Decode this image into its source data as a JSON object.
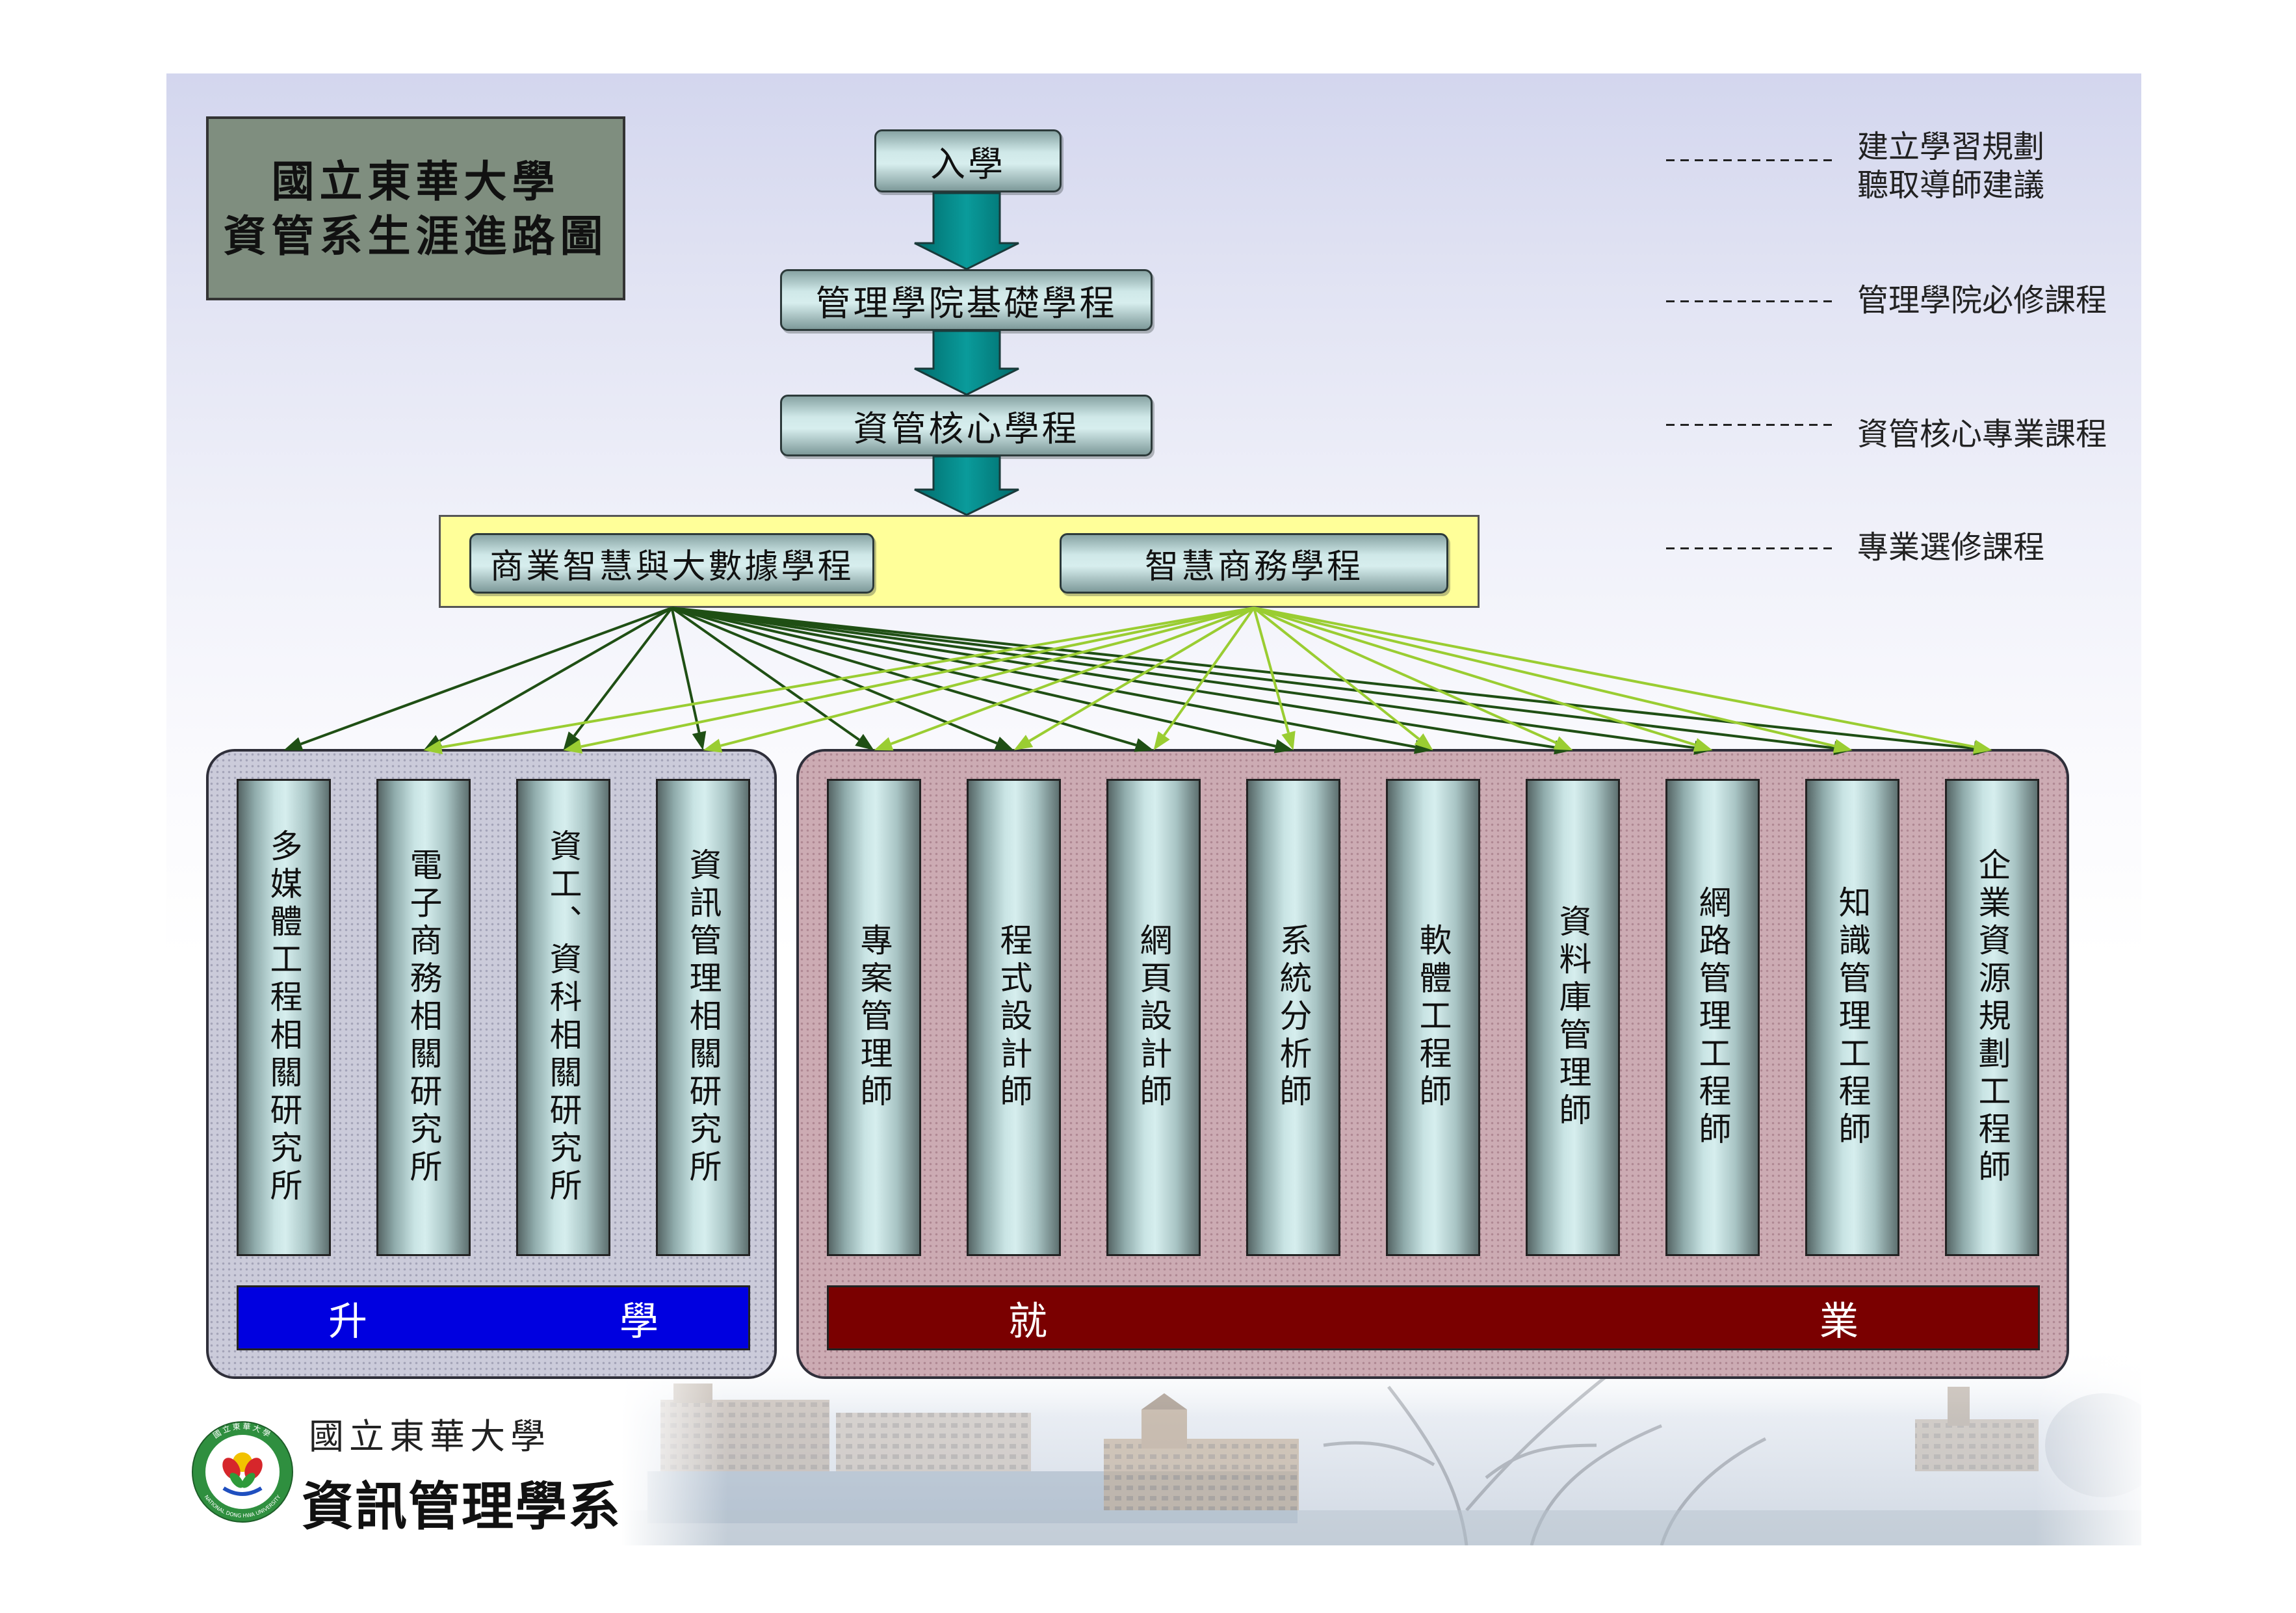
{
  "title": {
    "line1": "國立東華大學",
    "line2": "資管系生涯進路圖"
  },
  "flow": {
    "stages": [
      "入學",
      "管理學院基礎學程",
      "資管核心學程"
    ],
    "stage_arrow_color": "#0a9b9b",
    "programs": [
      {
        "label": "商業智慧與大數據學程",
        "arrow_color": "#1f4f14",
        "leads_to": {
          "study": [
            0,
            1,
            2,
            3
          ],
          "employment": [
            0,
            1,
            2,
            3,
            4,
            5,
            6,
            7,
            8
          ]
        }
      },
      {
        "label": "智慧商務學程",
        "arrow_color": "#9acd32",
        "leads_to": {
          "study": [
            1,
            2,
            3
          ],
          "employment": [
            0,
            1,
            2,
            3,
            4,
            5,
            6,
            7,
            8
          ]
        }
      }
    ]
  },
  "legend": [
    {
      "lines": [
        "建立學習規劃",
        "聽取導師建議"
      ]
    },
    {
      "lines": [
        "管理學院必修課程"
      ]
    },
    {
      "lines": [
        "資管核心專業課程"
      ]
    },
    {
      "lines": [
        "專業選修課程"
      ]
    }
  ],
  "study": {
    "bar_label": [
      "升",
      "學"
    ],
    "bar_color": "#0000e0",
    "items": [
      "多媒體工程相關研究所",
      "電子商務相關研究所",
      "資工、資科相關研究所",
      "資訊管理相關研究所"
    ]
  },
  "employment": {
    "bar_label": [
      "就",
      "業"
    ],
    "bar_color": "#7a0000",
    "items": [
      "專案管理師",
      "程式設計師",
      "網頁設計師",
      "系統分析師",
      "軟體工程師",
      "資料庫管理師",
      "網路管理工程師",
      "知識管理工程師",
      "企業資源規劃工程師"
    ]
  },
  "footer": {
    "university": "國立東華大學",
    "department": "資訊管理學系",
    "emblem": {
      "ring_top": "國立東華大學",
      "ring_bottom": "NATIONAL DONG HWA UNIVERSITY"
    }
  }
}
